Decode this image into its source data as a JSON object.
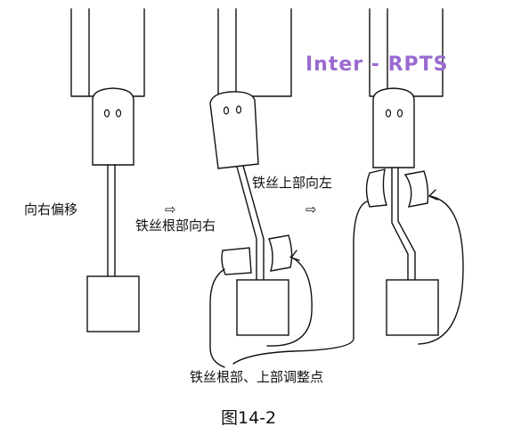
{
  "labels": {
    "shift_right": "向右偏移",
    "wire_root_right": "铁丝根部向右",
    "wire_top_left": "铁丝上部向左",
    "adjust_points": "铁丝根部、上部调整点"
  },
  "arrow_glyph": "⇨",
  "watermark": {
    "text": "Inter - RPTS",
    "color": "#9a6ad0"
  },
  "caption": "图14-2"
}
